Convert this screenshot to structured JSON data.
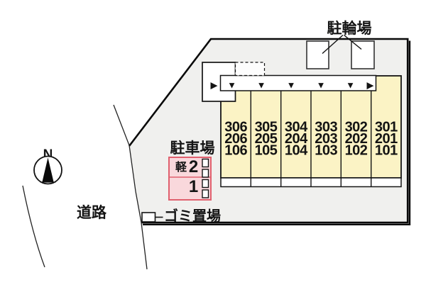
{
  "site_plan": {
    "labels": {
      "bicycle_parking": "駐輪場",
      "parking_lot": "駐車場",
      "road": "道路",
      "garbage_area": "ゴミ置場",
      "north": "N",
      "kei": "軽"
    },
    "parking_spaces": [
      "2",
      "1"
    ],
    "building": {
      "columns": [
        {
          "rooms": [
            "306",
            "206",
            "106"
          ]
        },
        {
          "rooms": [
            "305",
            "205",
            "105"
          ]
        },
        {
          "rooms": [
            "304",
            "204",
            "104"
          ]
        },
        {
          "rooms": [
            "303",
            "203",
            "103"
          ]
        },
        {
          "rooms": [
            "302",
            "202",
            "102"
          ]
        },
        {
          "rooms": [
            "301",
            "201",
            "101"
          ]
        }
      ]
    },
    "icons": {
      "down_arrow": "▼",
      "right_arrow": "▶"
    },
    "colors": {
      "property_fill": "#f0f0ee",
      "building_fill": "#fbf3c5",
      "corridor_fill": "#ffffff",
      "parking_fill": "#f9d8dc",
      "parking_border": "#e0606e",
      "line": "#141414"
    }
  }
}
